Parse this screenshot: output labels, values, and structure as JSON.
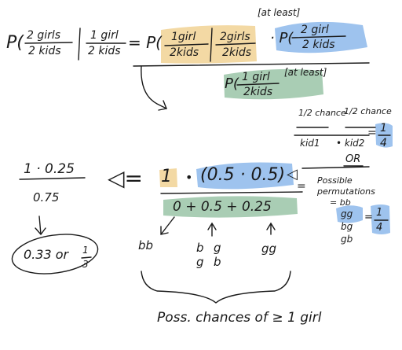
{
  "colors": {
    "orange": "#f3d9a4",
    "blue": "#9ec3ee",
    "green": "#a9cdb4",
    "ink": "#1a1a1a"
  },
  "eq1": {
    "p": "P(",
    "num_left": "2 girls",
    "den_left": "2 kids",
    "num_right": "1 girl",
    "den_right": "2 kids",
    "eq": "= P(",
    "or_num1": "1girl",
    "or_den1": "2kids",
    "or_num2": "2girls",
    "or_den2": "2kids",
    "at_least_1": "[at least]",
    "dot": "· P(",
    "bl_num": "2 girl",
    "bl_den": "2 kids",
    "gr_p": "P(",
    "gr_num": "1 girl",
    "gr_den": "2kids",
    "at_least_2": "[at least]"
  },
  "side_note": {
    "c1": "1/2 chance",
    "c2": "1/2 chance",
    "k1": "kid1",
    "k2": "• kid2",
    "eq": "=",
    "q_num": "1",
    "q_den": "4"
  },
  "left_calc": {
    "num": "1 · 0.25",
    "den": "0.75",
    "result": "0.33 or",
    "frac_num": "1",
    "frac_den": "3"
  },
  "main": {
    "lhs": "◁=",
    "one": "1",
    "dot": "•",
    "blue": "(0.5 · 0.5)",
    "arrow": "◁",
    "eq": "=",
    "denom": "0 + 0.5 + 0.25"
  },
  "outcomes": {
    "bb": "bb",
    "b1": "b",
    "g1": "g",
    "g2": "g",
    "b2": "b",
    "gg": "gg"
  },
  "or_block": {
    "or": "OR",
    "l1": "Possible",
    "l2": "permutations",
    "l3": "= bb",
    "gg": "gg",
    "bg": "bg",
    "gb": "gb",
    "eq": "=",
    "q_num": "1",
    "q_den": "4"
  },
  "caption": "Poss. chances of ≥ 1 girl"
}
